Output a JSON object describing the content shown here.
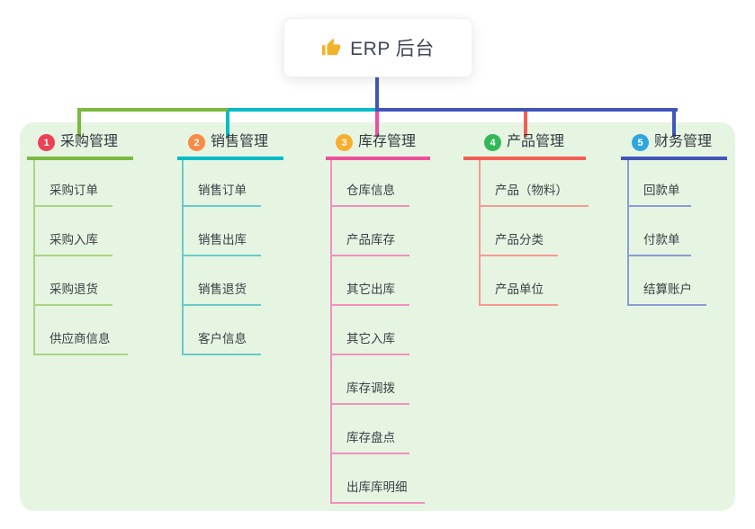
{
  "root": {
    "label": "ERP 后台",
    "icon": "thumbs-up-icon",
    "icon_color": "#f2b32c"
  },
  "canvas": {
    "background": "#ffffff",
    "panel_color": "#e5f5e2",
    "root_connector_color": "#4255bb",
    "text_color": "#3c4046"
  },
  "branches": [
    {
      "number": "1",
      "label": "采购管理",
      "badge_color": "#ee4156",
      "line_color": "#7cb93f",
      "child_line_color": "#a9d481",
      "children": [
        "采购订单",
        "采购入库",
        "采购退货",
        "供应商信息"
      ]
    },
    {
      "number": "2",
      "label": "销售管理",
      "badge_color": "#fa8a45",
      "line_color": "#02bcc6",
      "child_line_color": "#66cbc8",
      "children": [
        "销售订单",
        "销售出库",
        "销售退货",
        "客户信息"
      ]
    },
    {
      "number": "3",
      "label": "库存管理",
      "badge_color": "#f8ae2f",
      "line_color": "#ee4f9d",
      "child_line_color": "#f48fc0",
      "children": [
        "仓库信息",
        "产品库存",
        "其它出库",
        "其它入库",
        "库存调拨",
        "库存盘点",
        "出库库明细"
      ]
    },
    {
      "number": "4",
      "label": "产品管理",
      "badge_color": "#34b757",
      "line_color": "#f45d54",
      "child_line_color": "#f59a92",
      "children": [
        "产品（物料）",
        "产品分类",
        "产品单位"
      ]
    },
    {
      "number": "5",
      "label": "财务管理",
      "badge_color": "#2ea6dd",
      "line_color": "#4255bb",
      "child_line_color": "#8c9cd7",
      "children": [
        "回款单",
        "付款单",
        "结算账户"
      ]
    }
  ]
}
